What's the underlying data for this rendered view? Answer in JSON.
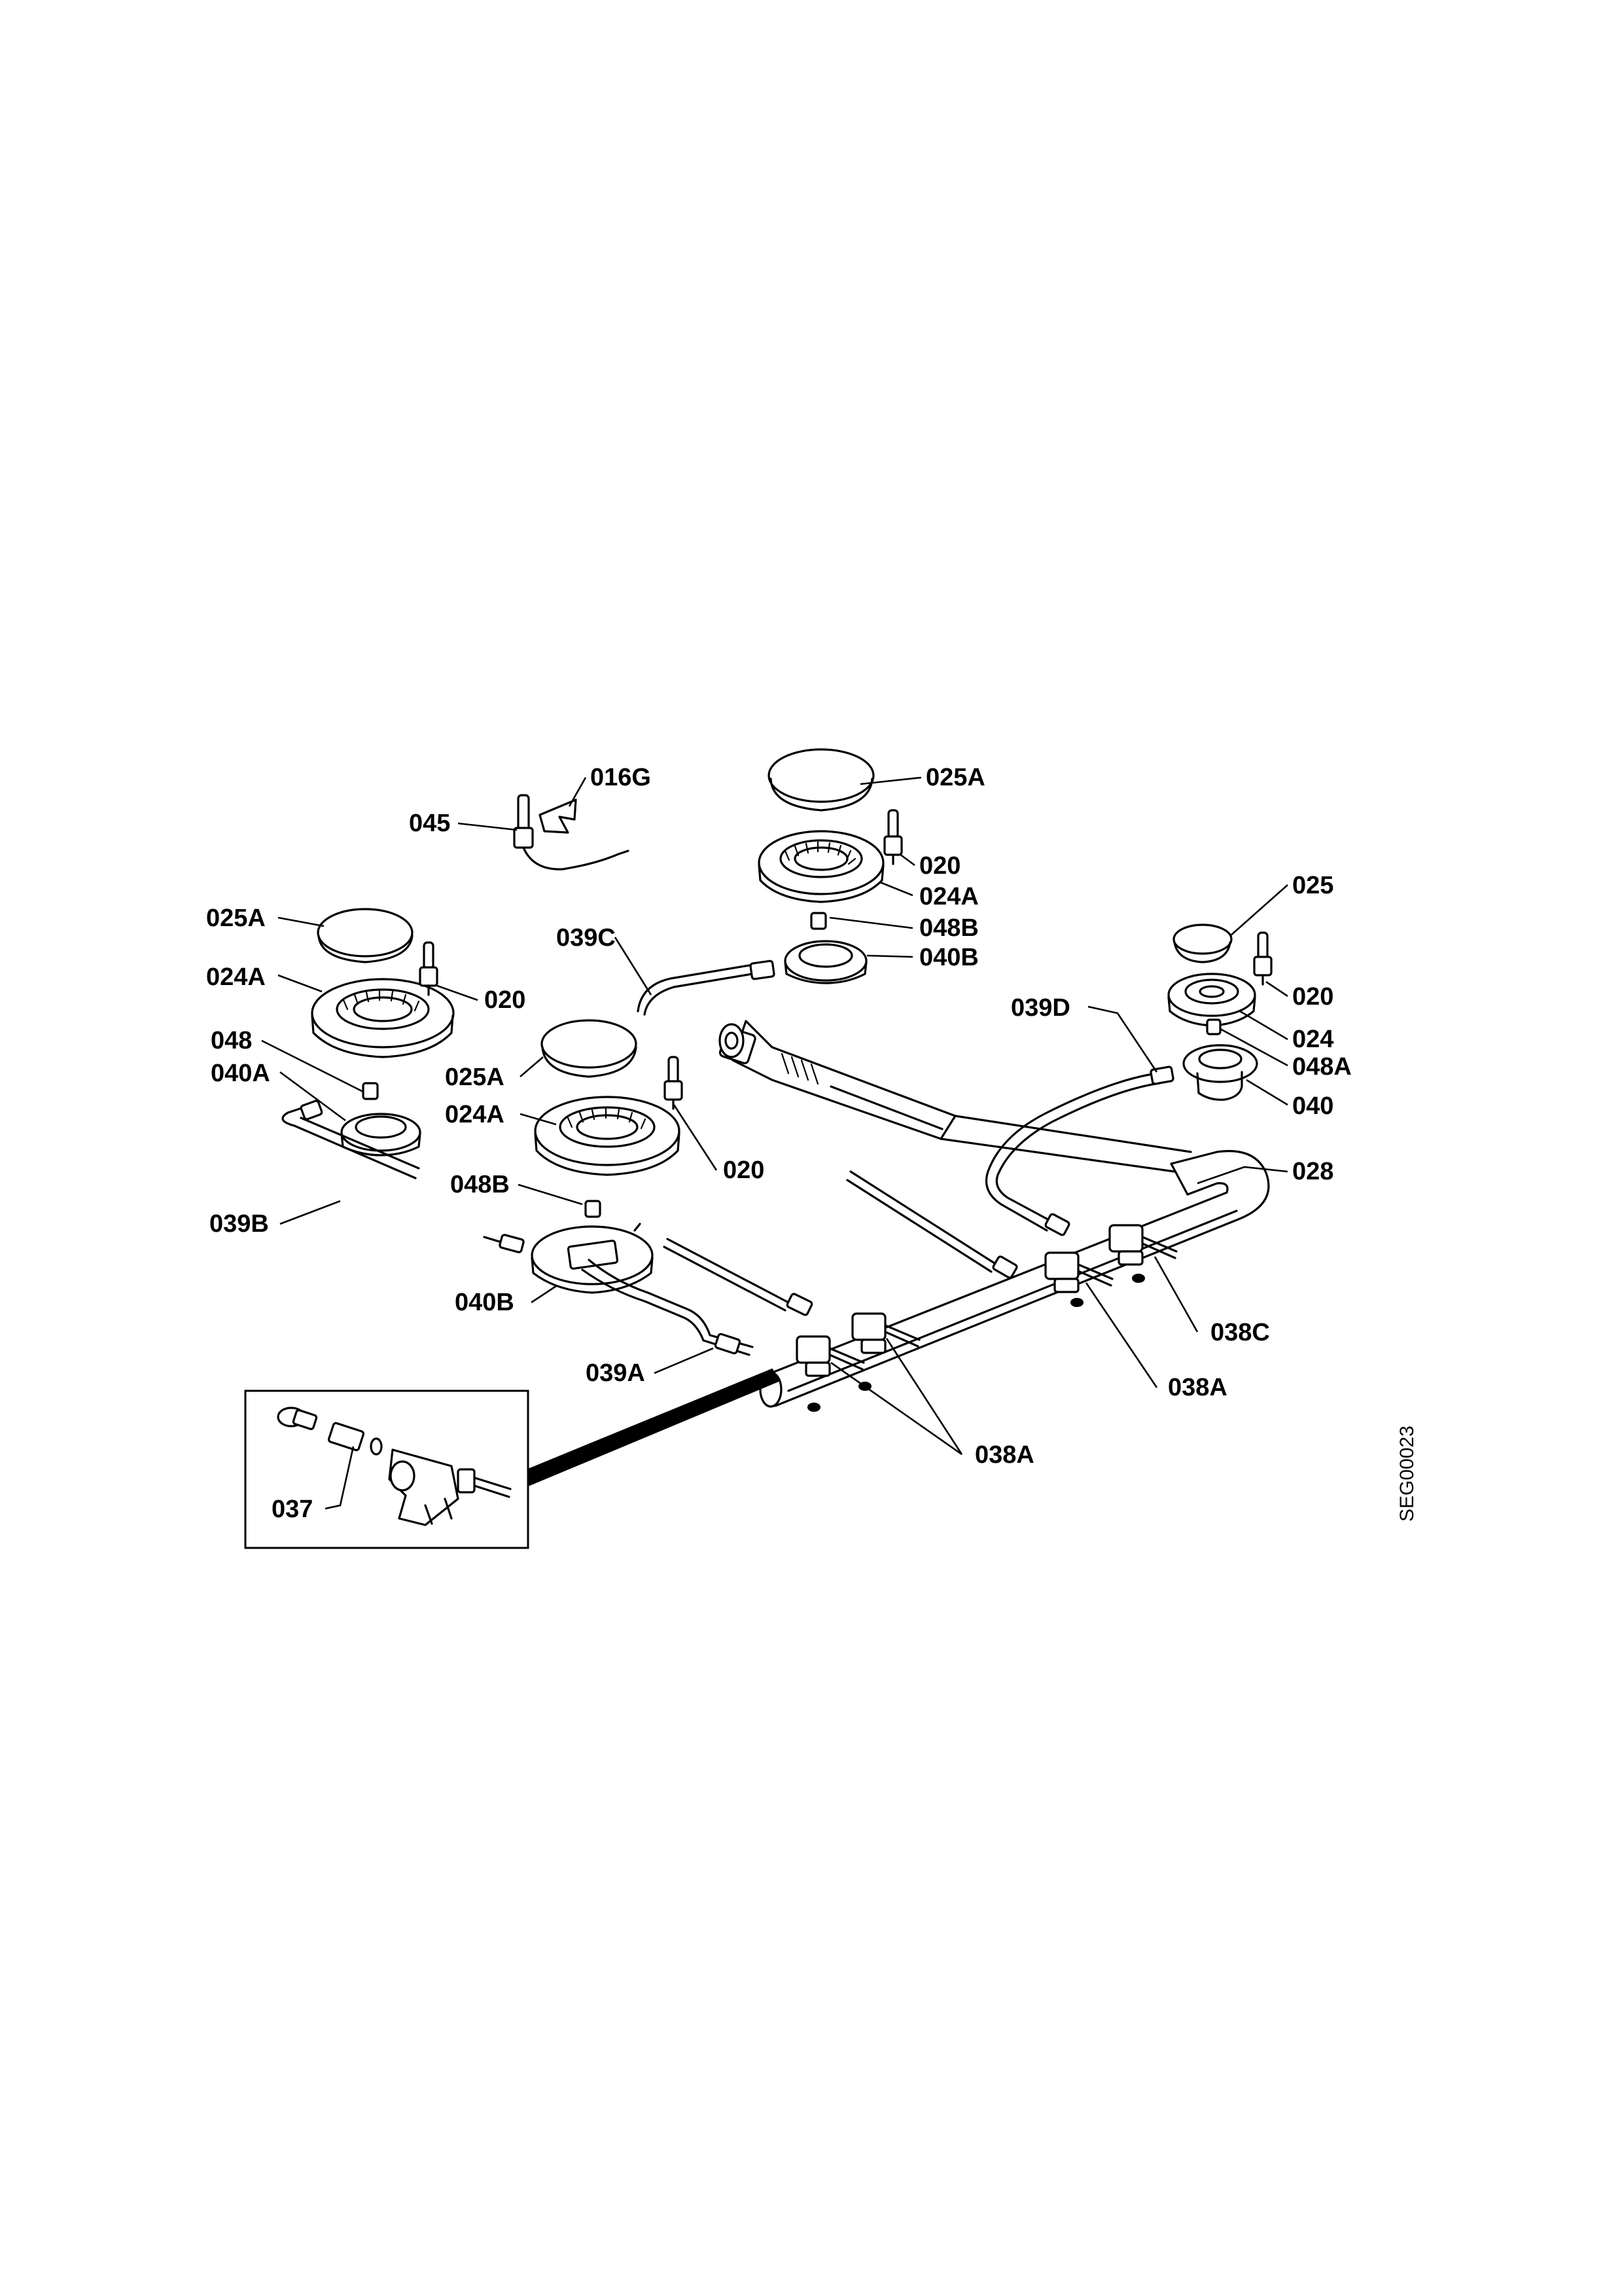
{
  "drawing_code": "SEG00023",
  "labels": [
    {
      "text": "016G"
    },
    {
      "text": "045"
    },
    {
      "text": "025A"
    },
    {
      "text": "020"
    },
    {
      "text": "024A"
    },
    {
      "text": "048B"
    },
    {
      "text": "040B"
    },
    {
      "text": "039C"
    },
    {
      "text": "025A"
    },
    {
      "text": "024A"
    },
    {
      "text": "020"
    },
    {
      "text": "048"
    },
    {
      "text": "040A"
    },
    {
      "text": "039B"
    },
    {
      "text": "025A"
    },
    {
      "text": "024A"
    },
    {
      "text": "020"
    },
    {
      "text": "048B"
    },
    {
      "text": "040B"
    },
    {
      "text": "039A"
    },
    {
      "text": "025"
    },
    {
      "text": "020"
    },
    {
      "text": "039D"
    },
    {
      "text": "024"
    },
    {
      "text": "048A"
    },
    {
      "text": "040"
    },
    {
      "text": "028"
    },
    {
      "text": "038C"
    },
    {
      "text": "038A"
    },
    {
      "text": "038A"
    },
    {
      "text": "037"
    }
  ]
}
